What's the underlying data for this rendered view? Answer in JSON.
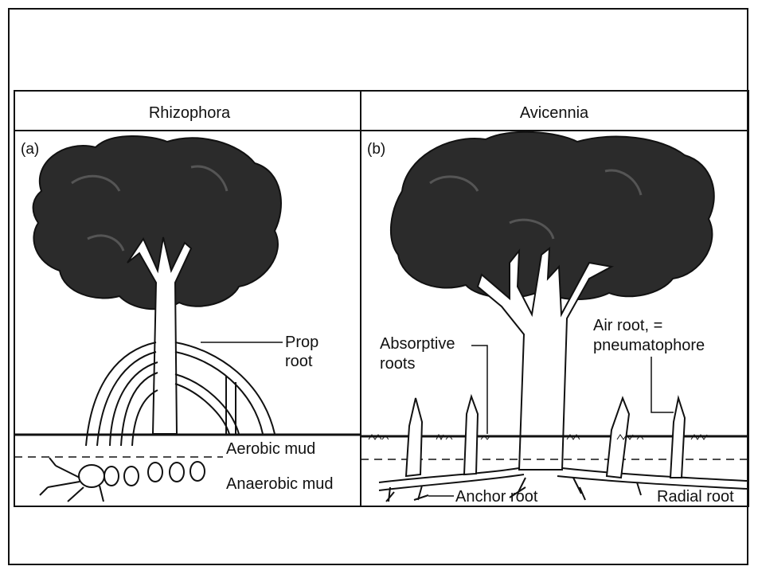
{
  "headers": {
    "left": "Rhizophora",
    "right": "Avicennia"
  },
  "panels": {
    "left": "(a)",
    "right": "(b)"
  },
  "labels": {
    "prop_root": "Prop\nroot",
    "prop_root_line1": "Prop",
    "prop_root_line2": "root",
    "aerobic_mud": "Aerobic mud",
    "anaerobic_mud": "Anaerobic mud",
    "absorptive_line1": "Absorptive",
    "absorptive_line2": "roots",
    "air_root_line1": "Air root, =",
    "air_root_line2": "pneumatophore",
    "anchor_root": "Anchor root",
    "radial_root": "Radial root"
  },
  "colors": {
    "ink": "#111111",
    "canopy": "#222222",
    "paper": "#ffffff"
  }
}
